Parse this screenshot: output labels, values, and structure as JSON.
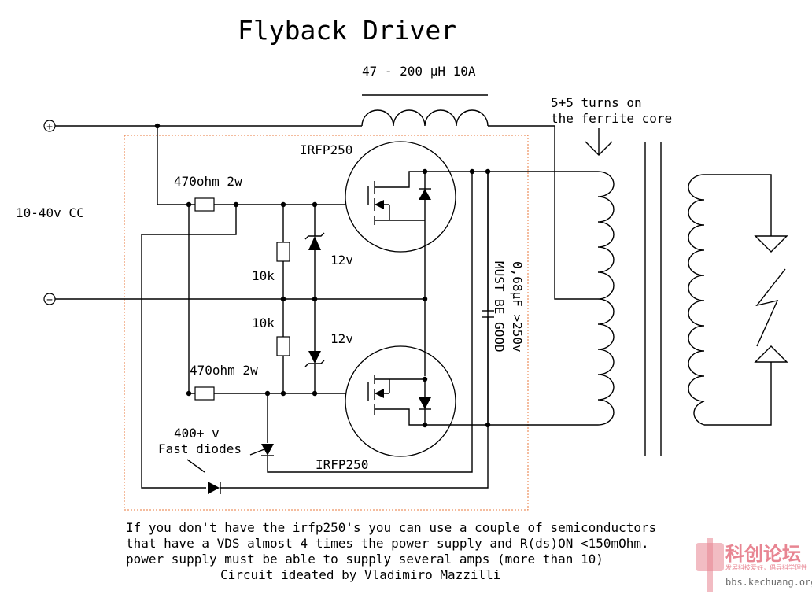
{
  "title": "Flyback Driver",
  "inductor_label": "47 - 200 µH 10A",
  "winding_note_line1": "5+5 turns on",
  "winding_note_line2": "the ferrite core",
  "supply_label": "10-40v CC",
  "plus_symbol": "+",
  "minus_symbol": "−",
  "top_mosfet_label": "IRFP250",
  "bottom_mosfet_label": "IRFP250",
  "top_resistor_label": "470ohm 2w",
  "bottom_resistor_label": "470ohm 2w",
  "resistor_10k_top": "10k",
  "resistor_10k_bottom": "10k",
  "zener_top_label": "12v",
  "zener_bottom_label": "12v",
  "capacitor_label_line1": "0,68µF >250v",
  "capacitor_label_line2": "MUST BE GOOD",
  "diodes_label_line1": "400+ v",
  "diodes_label_line2": "Fast diodes",
  "notes": [
    "If you don't have the irfp250's you can use a couple of semiconductors",
    "that have a VDS almost 4 times the power supply and R(ds)ON <150mOhm.",
    "power supply must be able to supply several amps (more than 10)",
    "Circuit ideated by Vladimiro Mazzilli"
  ],
  "watermark_text": "科创论坛",
  "watermark_slogan": "发展科技爱好，倡导科学理性",
  "watermark_url": "bbs.kechuang.org",
  "colors": {
    "ink": "#000000",
    "frame": "#e87a3c",
    "watermark": "#d9354b"
  }
}
